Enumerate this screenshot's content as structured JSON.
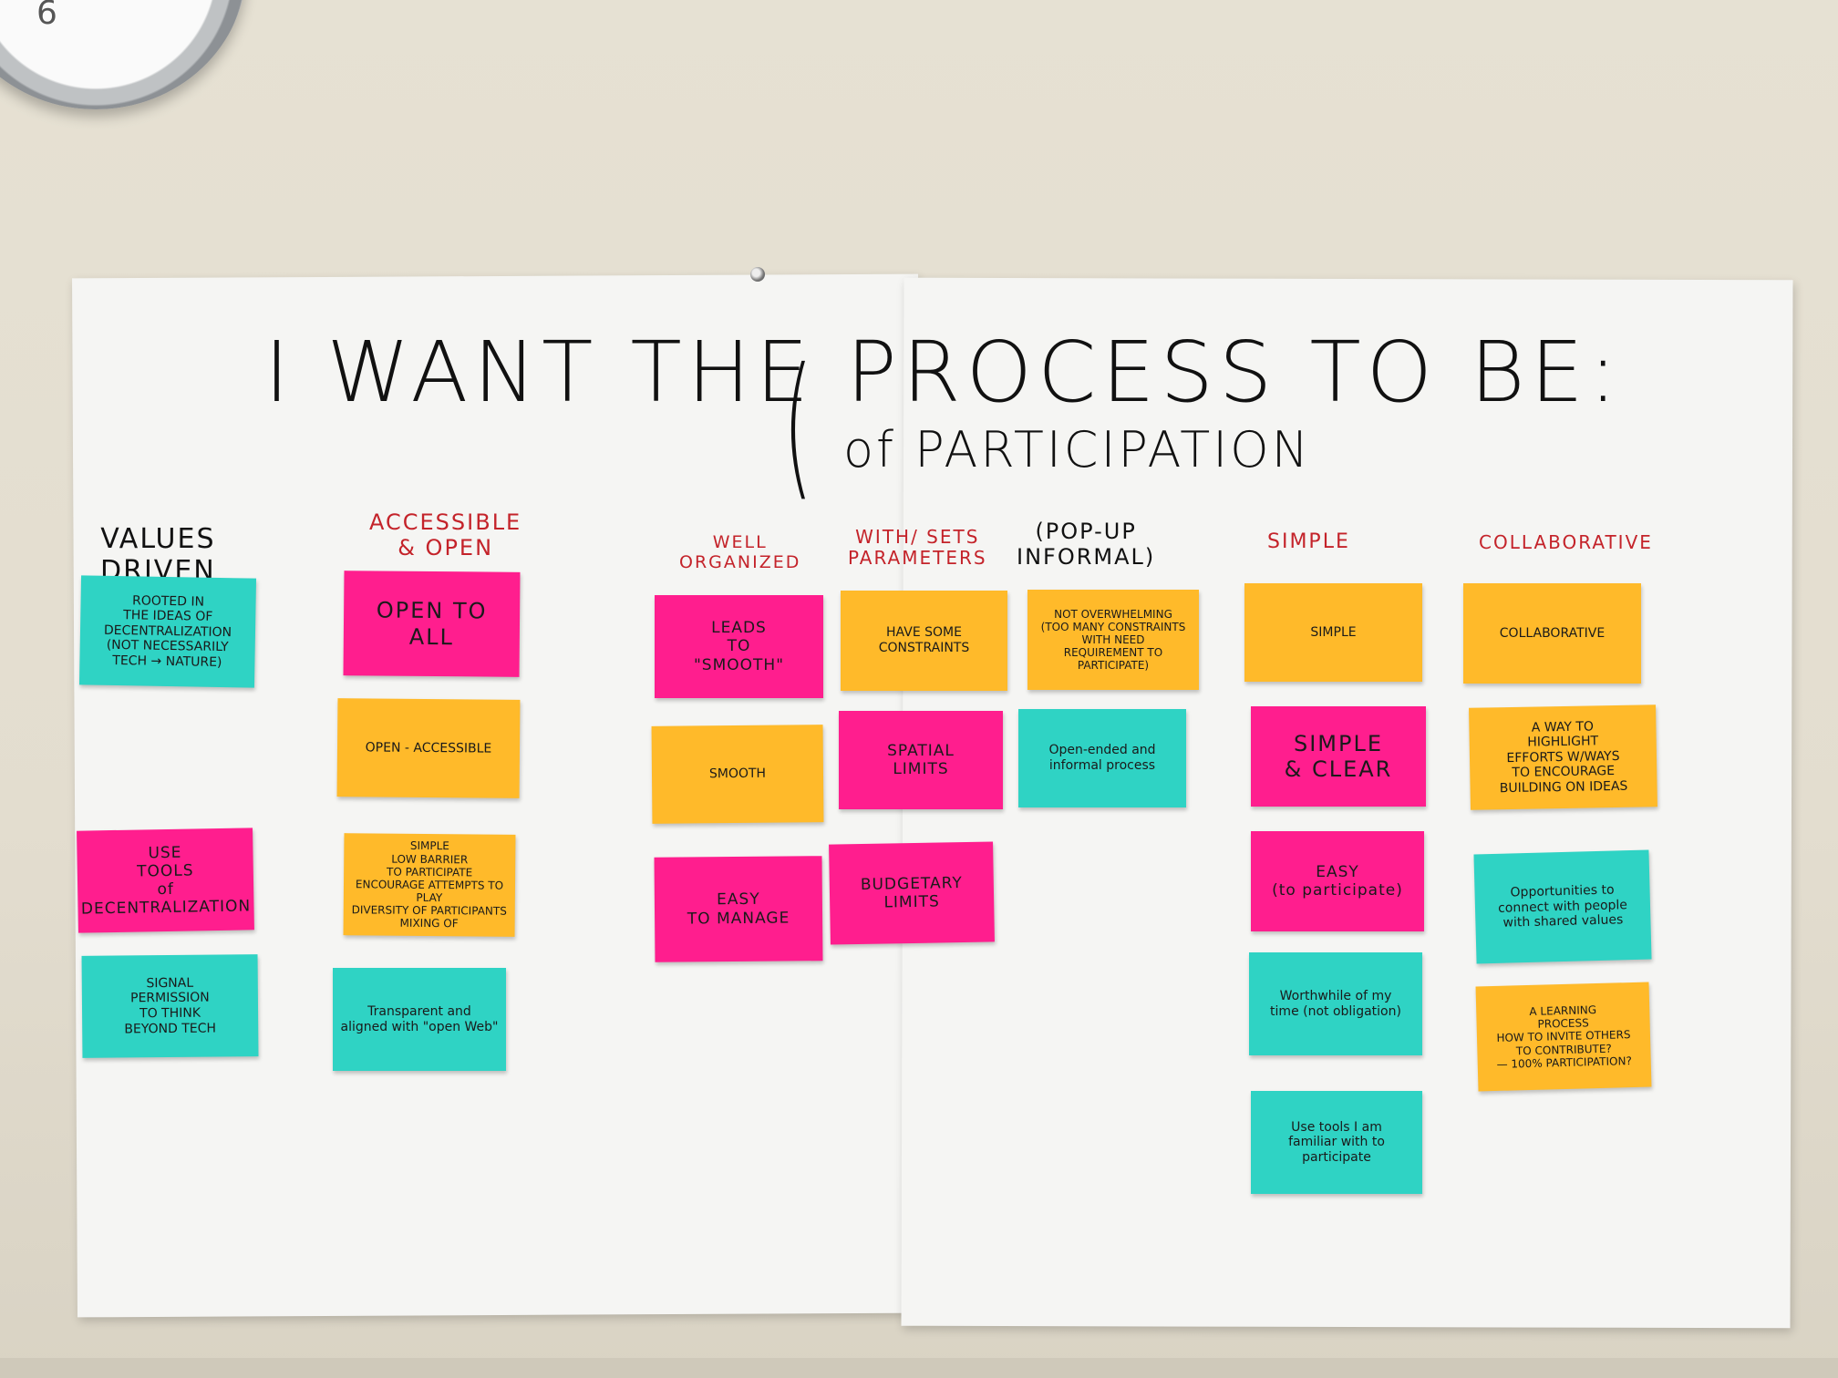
{
  "title": {
    "line1": "I WANT THE PROCESS TO BE:",
    "line2": "of PARTICIPATION"
  },
  "clock": {
    "numeral": "6"
  },
  "columns": [
    {
      "header": "VALUES\nDRIVEN",
      "header_color": "#111111",
      "notes": [
        {
          "text": "ROOTED IN\nTHE IDEAS OF\nDECENTRALIZATION\n(NOT NECESSARILY\nTECH → NATURE)",
          "color": "#2fd3c4"
        },
        {
          "text": "USE\nTOOLS\nof\nDECENTRALIZATION",
          "color": "#ff1e8e"
        },
        {
          "text": "SIGNAL\nPERMISSION\nTO THINK\nBEYOND TECH",
          "color": "#2fd3c4"
        }
      ]
    },
    {
      "header": "ACCESSIBLE\n& OPEN",
      "header_color": "#c4232a",
      "notes": [
        {
          "text": "OPEN TO\nALL",
          "color": "#ff1e8e"
        },
        {
          "text": "OPEN - ACCESSIBLE",
          "color": "#ffba2a"
        },
        {
          "text": "SIMPLE\nLOW BARRIER\nTO PARTICIPATE\nENCOURAGE ATTEMPTS TO PLAY\nDIVERSITY OF PARTICIPANTS\nMIXING OF",
          "color": "#ffba2a"
        },
        {
          "text": "Transparent and\naligned with \"open Web\"",
          "color": "#2fd3c4"
        }
      ]
    },
    {
      "header": "WELL\nORGANIZED",
      "header_color": "#c4232a",
      "notes": [
        {
          "text": "LEADS\nTO\n\"SMOOTH\"",
          "color": "#ff1e8e"
        },
        {
          "text": "SMOOTH",
          "color": "#ffba2a"
        },
        {
          "text": "EASY\nTO MANAGE",
          "color": "#ff1e8e"
        }
      ]
    },
    {
      "header": "WITH/ SETS\nPARAMETERS",
      "header_color": "#c4232a",
      "notes": [
        {
          "text": "HAVE SOME\nCONSTRAINTS",
          "color": "#ffba2a"
        },
        {
          "text": "SPATIAL\nLIMITS",
          "color": "#ff1e8e"
        },
        {
          "text": "BUDGETARY\nLIMITS",
          "color": "#ff1e8e"
        }
      ]
    },
    {
      "header": "(POP-UP\nINFORMAL)",
      "header_color": "#111111",
      "notes": [
        {
          "text": "NOT OVERWHELMING\n(TOO MANY CONSTRAINTS\nWITH NEED\nREQUIREMENT TO\nPARTICIPATE)",
          "color": "#ffba2a"
        },
        {
          "text": "Open-ended and\ninformal process",
          "color": "#2fd3c4"
        }
      ]
    },
    {
      "header": "SIMPLE",
      "header_color": "#c4232a",
      "notes": [
        {
          "text": "SIMPLE",
          "color": "#ffba2a"
        },
        {
          "text": "SIMPLE\n& CLEAR",
          "color": "#ff1e8e"
        },
        {
          "text": "EASY\n(to participate)",
          "color": "#ff1e8e"
        },
        {
          "text": "Worthwhile of my\ntime (not obligation)",
          "color": "#2fd3c4"
        },
        {
          "text": "Use tools I am\nfamiliar with to\nparticipate",
          "color": "#2fd3c4"
        }
      ]
    },
    {
      "header": "COLLABORATIVE",
      "header_color": "#c4232a",
      "notes": [
        {
          "text": "COLLABORATIVE",
          "color": "#ffba2a"
        },
        {
          "text": "A WAY TO\nHIGHLIGHT\nEFFORTS W/WAYS\nTO ENCOURAGE\nBUILDING ON IDEAS",
          "color": "#ffba2a"
        },
        {
          "text": "Opportunities to\nconnect with people\nwith shared values",
          "color": "#2fd3c4"
        },
        {
          "text": "A LEARNING\nPROCESS\nHOW TO INVITE OTHERS\nTO CONTRIBUTE?\n— 100% PARTICIPATION?",
          "color": "#ffba2a"
        }
      ]
    }
  ]
}
